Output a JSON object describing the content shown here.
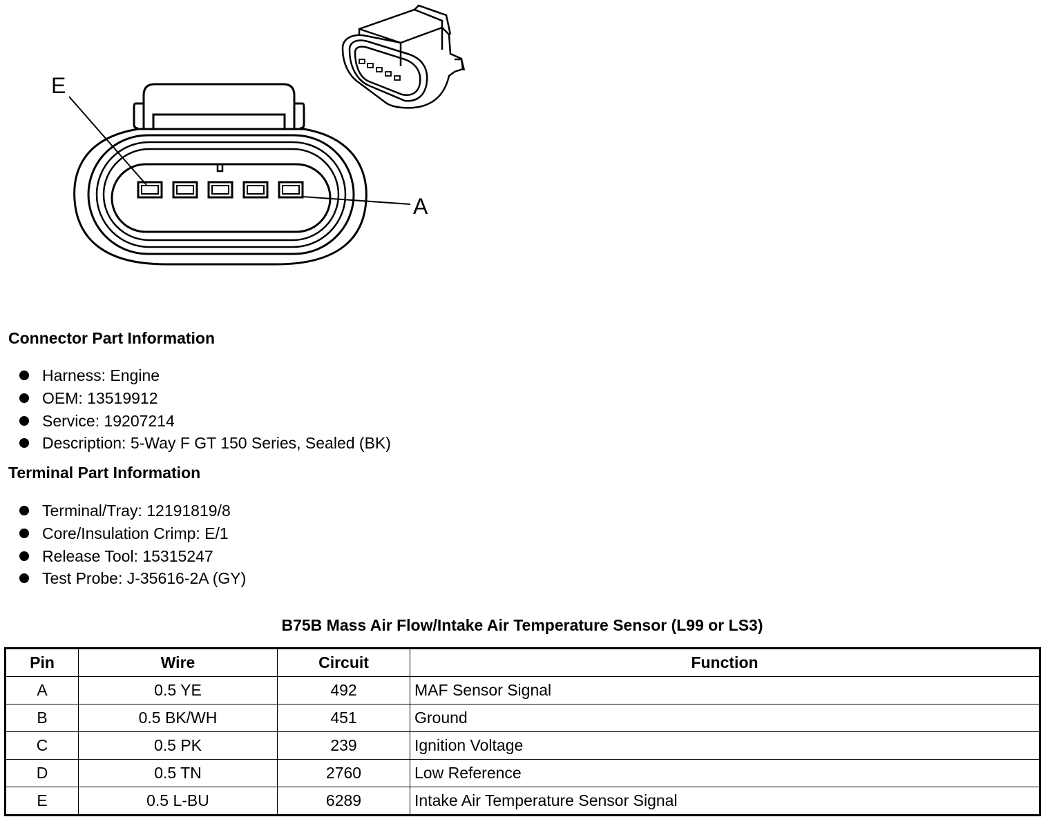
{
  "diagram": {
    "label_e": "E",
    "label_a": "A"
  },
  "connector_info": {
    "heading": "Connector Part Information",
    "items": [
      "Harness: Engine",
      "OEM: 13519912",
      "Service: 19207214",
      "Description: 5-Way F GT 150 Series, Sealed (BK)"
    ]
  },
  "terminal_info": {
    "heading": "Terminal Part Information",
    "items": [
      "Terminal/Tray: 12191819/8",
      "Core/Insulation Crimp: E/1",
      "Release Tool: 15315247",
      "Test Probe: J-35616-2A (GY)"
    ]
  },
  "pin_table": {
    "title": "B75B Mass Air Flow/Intake Air Temperature Sensor (L99 or LS3)",
    "headers": [
      "Pin",
      "Wire",
      "Circuit",
      "Function"
    ],
    "rows": [
      [
        "A",
        "0.5 YE",
        "492",
        "MAF Sensor Signal"
      ],
      [
        "B",
        "0.5 BK/WH",
        "451",
        "Ground"
      ],
      [
        "C",
        "0.5 PK",
        "239",
        "Ignition Voltage"
      ],
      [
        "D",
        "0.5 TN",
        "2760",
        "Low Reference"
      ],
      [
        "E",
        "0.5 L-BU",
        "6289",
        "Intake Air Temperature Sensor Signal"
      ]
    ]
  }
}
